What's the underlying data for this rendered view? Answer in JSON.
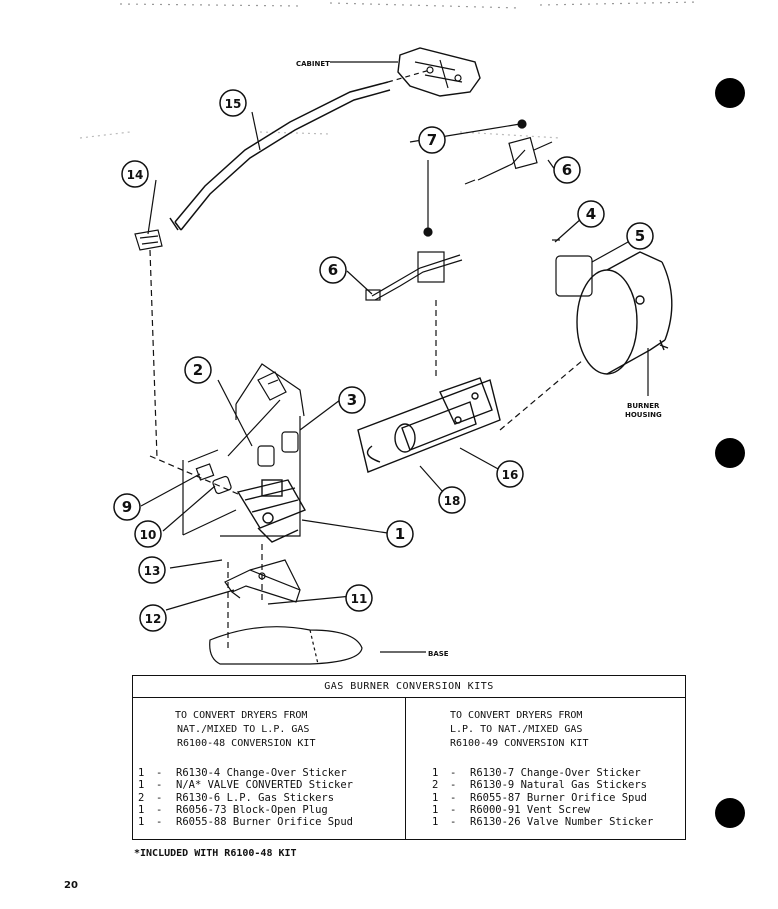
{
  "diagram": {
    "callouts": [
      "1",
      "2",
      "3",
      "4",
      "5",
      "6",
      "6",
      "7",
      "9",
      "10",
      "11",
      "12",
      "13",
      "14",
      "15",
      "16",
      "18"
    ],
    "labels": {
      "cabinet": "CABINET",
      "burner_housing_line1": "BURNER",
      "burner_housing_line2": "HOUSING",
      "base": "BASE"
    }
  },
  "kits_table": {
    "title": "GAS BURNER CONVERSION KITS",
    "left": {
      "header": [
        "TO CONVERT DRYERS FROM",
        "NAT./MIXED TO L.P. GAS",
        "R6100-48 CONVERSION KIT"
      ],
      "items": [
        {
          "qty": "1",
          "desc": "R6130-4 Change-Over Sticker"
        },
        {
          "qty": "1",
          "desc": "N/A* VALVE CONVERTED Sticker"
        },
        {
          "qty": "2",
          "desc": "R6130-6 L.P. Gas Stickers"
        },
        {
          "qty": "1",
          "desc": "R6056-73 Block-Open Plug"
        },
        {
          "qty": "1",
          "desc": "R6055-88 Burner Orifice Spud"
        }
      ]
    },
    "right": {
      "header": [
        "TO CONVERT DRYERS FROM",
        "L.P. TO NAT./MIXED GAS",
        "R6100-49 CONVERSION KIT"
      ],
      "items": [
        {
          "qty": "1",
          "desc": "R6130-7 Change-Over Sticker"
        },
        {
          "qty": "2",
          "desc": "R6130-9 Natural Gas Stickers"
        },
        {
          "qty": "1",
          "desc": "R6055-87 Burner Orifice Spud"
        },
        {
          "qty": "1",
          "desc": "R6000-91 Vent Screw"
        },
        {
          "qty": "1",
          "desc": "R6130-26 Valve Number Sticker"
        }
      ]
    },
    "dash": "-"
  },
  "footnote": "*INCLUDED WITH R6100-48 KIT",
  "page_number": "20"
}
